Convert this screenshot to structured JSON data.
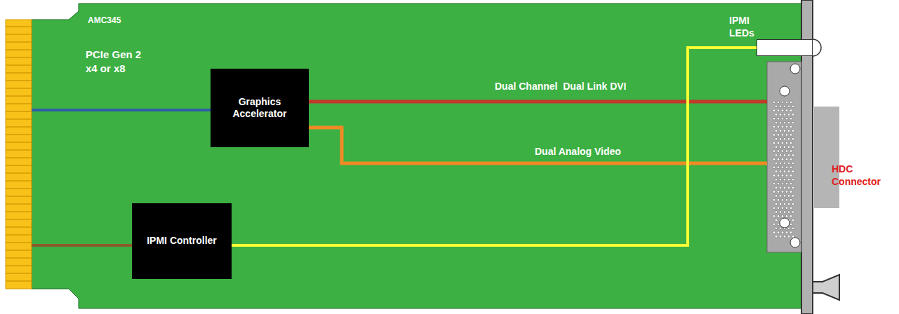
{
  "diagram": {
    "nodes": [
      {
        "text": [
          "Graphics Accelerator"
        ]
      },
      {
        "text": [
          "IPMI Controller"
        ]
      },
      {
        "text": [
          "IPMI LEDs"
        ]
      },
      {
        "text": [
          "HDC Connector"
        ]
      }
    ],
    "edges": [
      {
        "from": 0,
        "to": 3,
        "arrow": "none",
        "label": "Dual Channel  Dual Link DVI"
      },
      {
        "from": 0,
        "to": 3,
        "arrow": "none",
        "label": "Dual Analog Video"
      },
      {
        "from": 1,
        "to": 2,
        "arrow": "none"
      }
    ],
    "labels": [
      "AMC345",
      "PCIe Gen 2 x4 or x8"
    ]
  }
}
